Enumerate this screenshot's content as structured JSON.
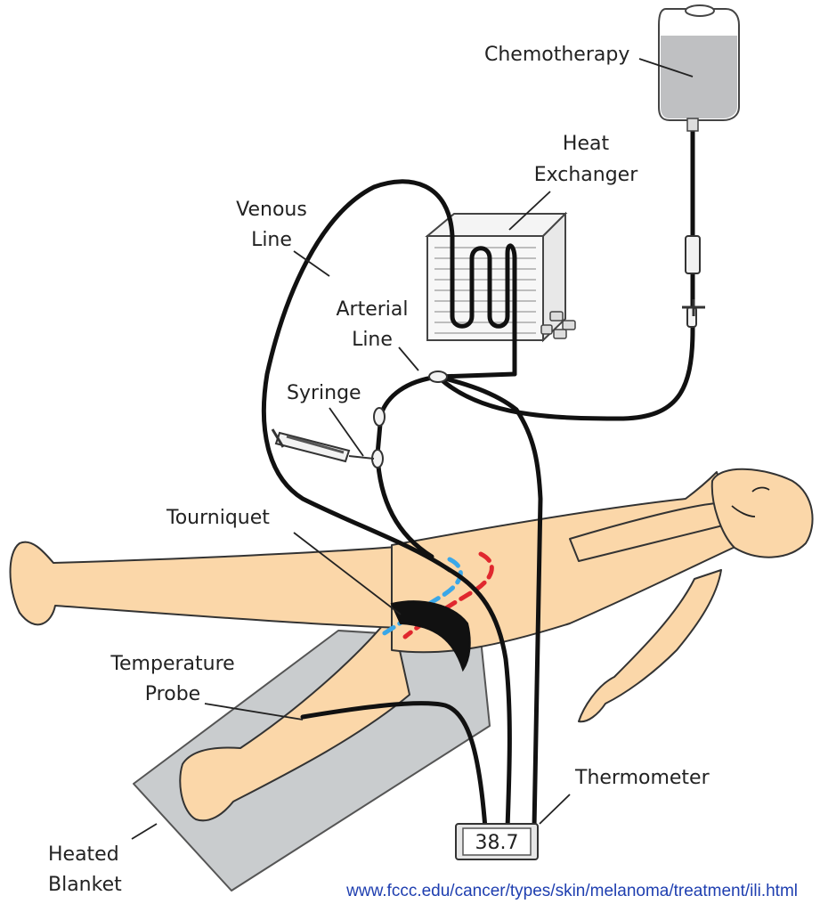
{
  "labels": {
    "chemotherapy": "Chemotherapy",
    "heat_exchanger_1": "Heat",
    "heat_exchanger_2": "Exchanger",
    "venous_line_1": "Venous",
    "venous_line_2": "Line",
    "arterial_line_1": "Arterial",
    "arterial_line_2": "Line",
    "syringe": "Syringe",
    "tourniquet": "Tourniquet",
    "temperature_probe_1": "Temperature",
    "temperature_probe_2": "Probe",
    "thermometer": "Thermometer",
    "heated_blanket_1": "Heated",
    "heated_blanket_2": "Blanket"
  },
  "thermometer_reading": "38.7",
  "source_url": "www.fccc.edu/cancer/types/skin/melanoma/treatment/ili.html",
  "colors": {
    "skin": "#fbd7a9",
    "blanket": "#c9ccce",
    "tubing": "#111111",
    "arterial_dash": "#e0282e",
    "venous_dash": "#3aa7e8",
    "url_text": "#1f3fb0"
  }
}
